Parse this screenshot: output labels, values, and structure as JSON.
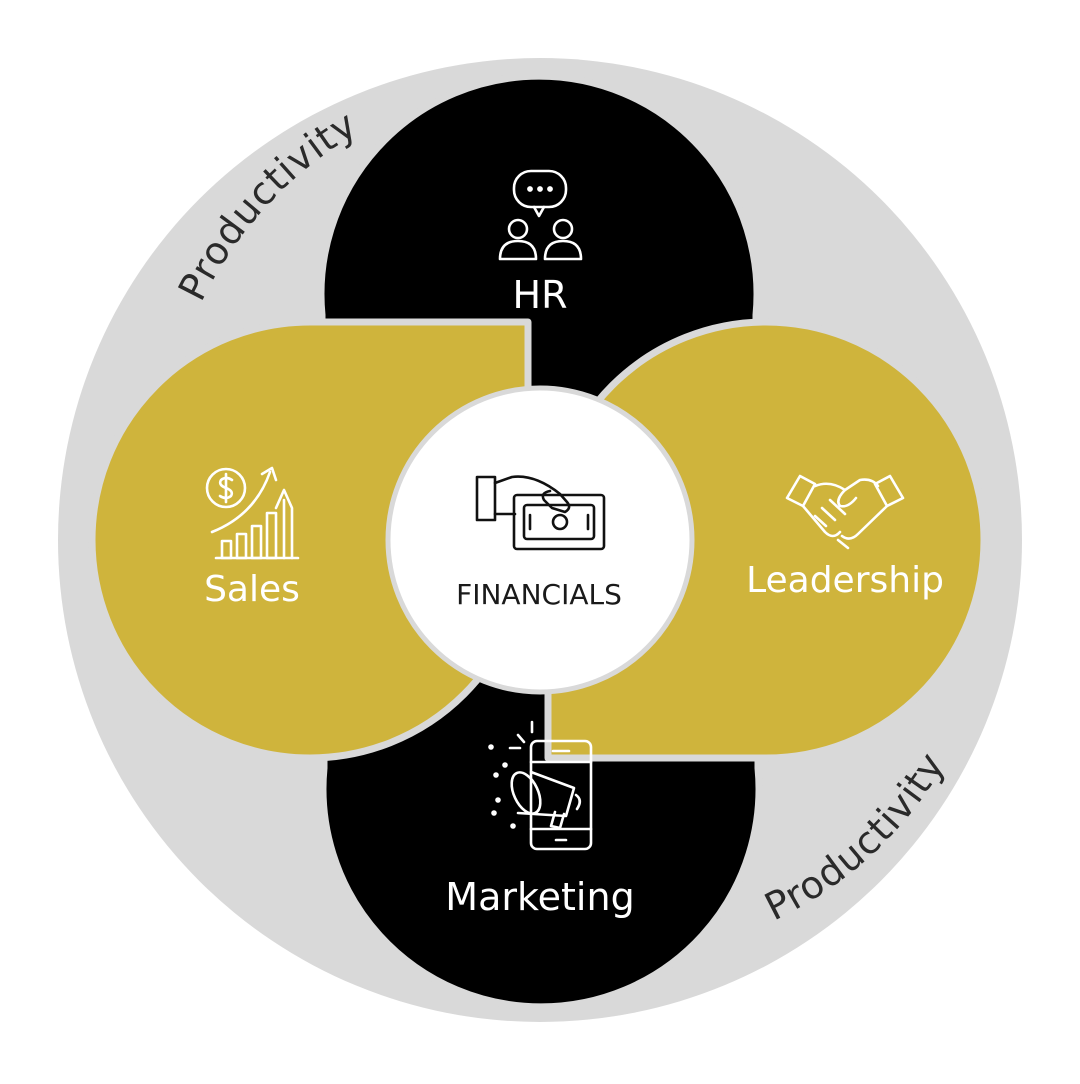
{
  "colors": {
    "ring": "#d9d9d9",
    "black_petal": "#000000",
    "gold_petal": "#cfb43c",
    "center": "#ffffff",
    "separator": "#d9d9d9",
    "petal_text": "#ffffff",
    "center_text": "#1a1a1a",
    "ring_text": "#2a2a2a"
  },
  "ring": {
    "label_top": "Productivity",
    "label_bottom": "Productivity"
  },
  "center": {
    "label": "FINANCIALS",
    "icon": "hand-with-money-icon"
  },
  "petals": {
    "top": {
      "label": "HR",
      "icon": "team-chat-icon"
    },
    "left": {
      "label": "Sales",
      "icon": "sales-growth-icon"
    },
    "right": {
      "label": "Leadership",
      "icon": "handshake-icon"
    },
    "bottom": {
      "label": "Marketing",
      "icon": "mobile-megaphone-icon"
    }
  }
}
